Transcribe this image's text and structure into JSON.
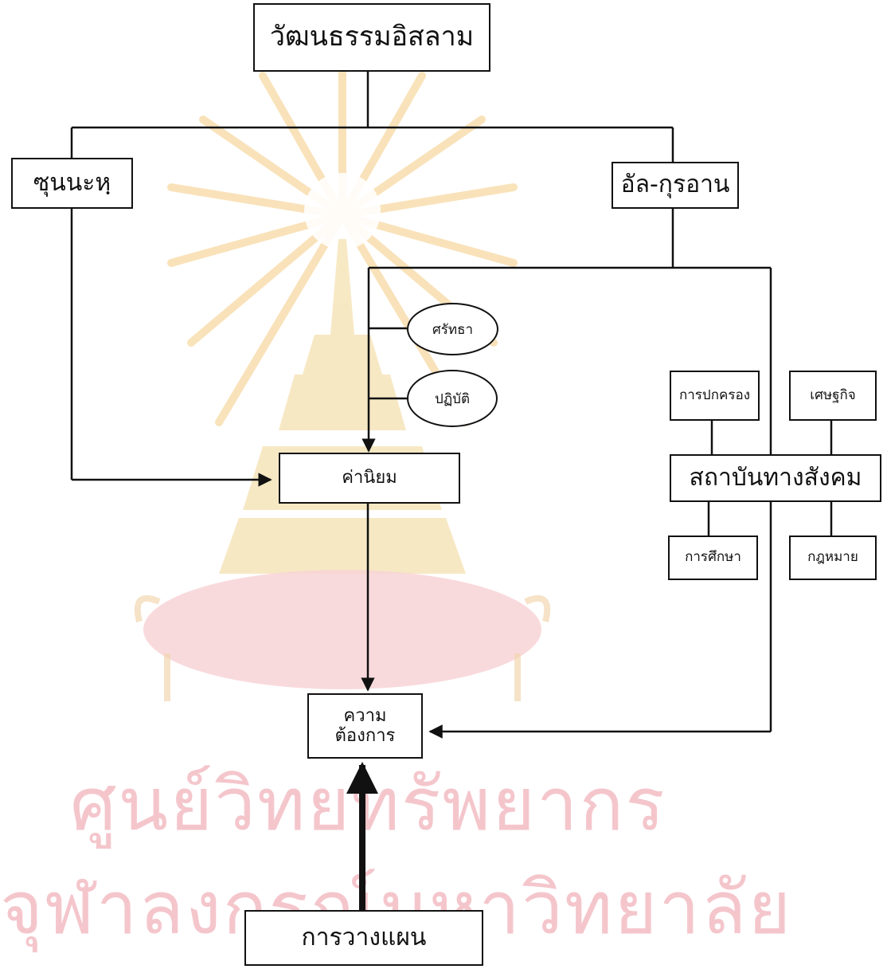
{
  "watermark": {
    "line1": "ศูนย์วิทยทรัพยากร",
    "line2": "จุฬาลงกรณ์มหาวิทยาลัย",
    "color": "#f4c6cc"
  },
  "nodes": {
    "islamic_culture": "วัฒนธรรมอิสลาม",
    "sunnah": "ซุนนะหฺ",
    "al_quran": "อัล-กุรอาน",
    "faith": "ศรัทธา",
    "practice": "ปฏิบัติ",
    "values": "ค่านิยม",
    "governance": "การปกครอง",
    "economy": "เศษฐกิจ",
    "social_institutions": "สถาบันทางสังคม",
    "education": "การศึกษา",
    "law": "กฎหมาย",
    "needs_line1": "ความ",
    "needs_line2": "ต้องการ",
    "planning": "การวางแผน"
  },
  "colors": {
    "line": "#111111",
    "box_border": "#111111",
    "background": "#ffffff"
  }
}
